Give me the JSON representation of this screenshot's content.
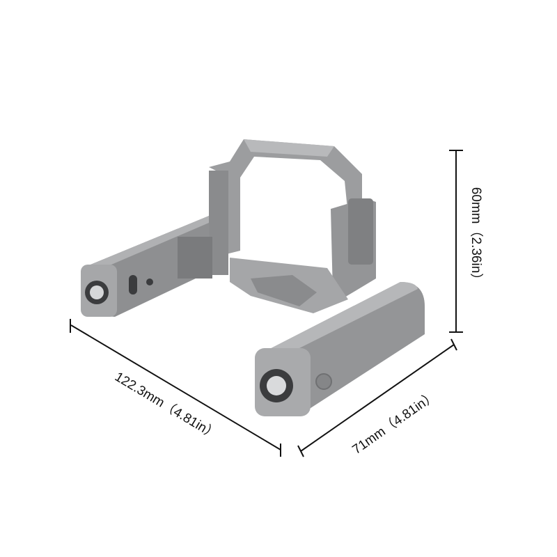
{
  "dimensions": {
    "height": {
      "label": "60mm（2.36in）",
      "value_mm": 60,
      "value_in": 2.36
    },
    "length": {
      "label": "122.3mm（4.81in）",
      "value_mm": 122.3,
      "value_in": 4.81
    },
    "width": {
      "label": "71mm（4.81in）",
      "value_mm": 71,
      "value_in": 4.81
    }
  },
  "colors": {
    "body": "#8e8f91",
    "body_light": "#b3b4b6",
    "body_dark": "#6a6b6d",
    "line": "#111111"
  }
}
